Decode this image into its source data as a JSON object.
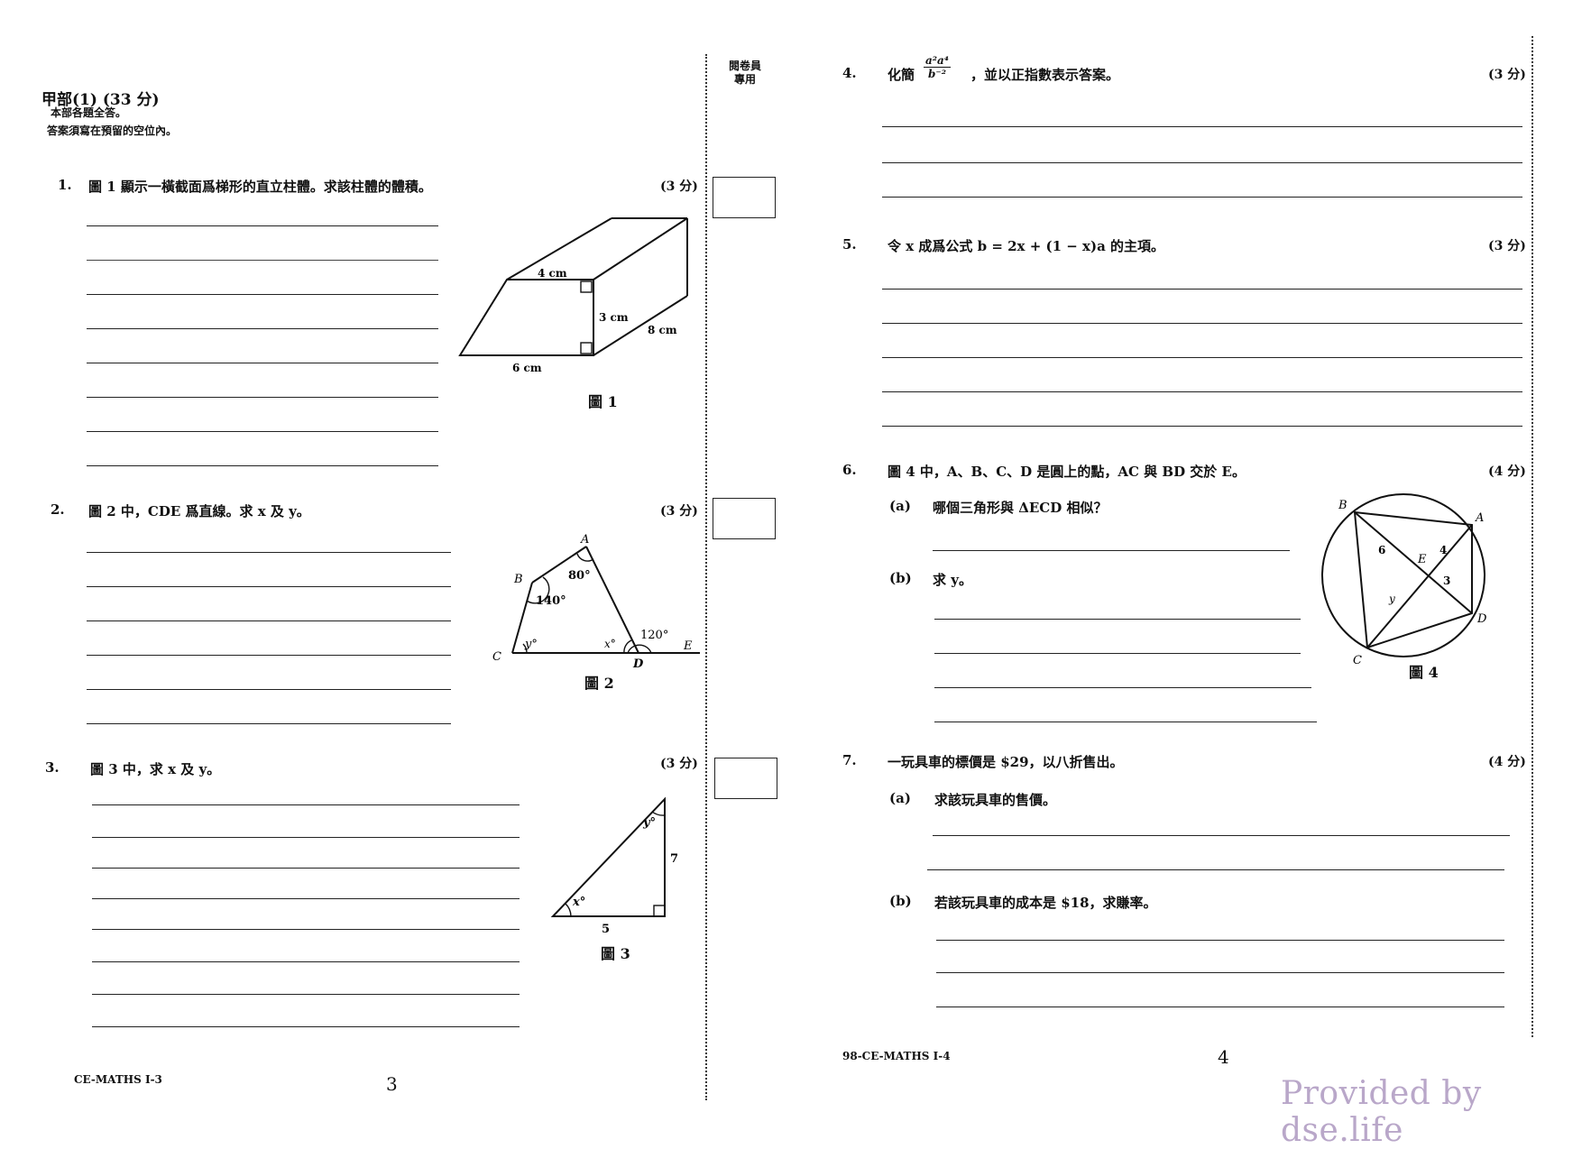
{
  "header": {
    "section": "甲部(1) (33 分)",
    "instruction1": "本部各題全答。",
    "instruction2": "答案須寫在預留的空位內。",
    "examiner_use": [
      "閱卷員",
      "專用"
    ]
  },
  "q1": {
    "number": "1.",
    "text": "圖 1 顯示一橫截面爲梯形的直立柱體。求該柱體的體積。",
    "marks": "(3 分)",
    "fig": {
      "top": "4 cm",
      "height": "3 cm",
      "depth": "8 cm",
      "bottom": "6 cm",
      "caption": "圖 1"
    }
  },
  "q2": {
    "number": "2.",
    "text": "圖 2 中，CDE 爲直線。求 x 及 y。",
    "marks": "(3 分)",
    "fig": {
      "A": "A",
      "B": "B",
      "C": "C",
      "D": "D",
      "E": "E",
      "angleA": "80°",
      "angleB": "140°",
      "angleY": "y°",
      "angleX": "x°",
      "angle120": "120°",
      "caption": "圖 2"
    }
  },
  "q3": {
    "number": "3.",
    "text": "圖 3 中，求 x 及 y。",
    "marks": "(3 分)",
    "fig": {
      "x": "x°",
      "y": "y°",
      "side7": "7",
      "side5": "5",
      "caption": "圖 3"
    }
  },
  "q4": {
    "number": "4.",
    "text_before": "化簡",
    "numerator": "a²a⁴",
    "denominator": "b⁻²",
    "text_after": "，並以正指數表示答案。",
    "marks": "(3 分)"
  },
  "q5": {
    "number": "5.",
    "text": "令 x 成爲公式 b = 2x + (1 − x)a 的主項。",
    "marks": "(3 分)"
  },
  "q6": {
    "number": "6.",
    "text": "圖 4 中，A、B、C、D 是圓上的點，AC 與 BD 交於 E。",
    "marks": "(4 分)",
    "a_label": "(a)",
    "a_text": "哪個三角形與 ΔECD 相似？",
    "b_label": "(b)",
    "b_text": "求 y。",
    "fig": {
      "A": "A",
      "B": "B",
      "C": "C",
      "D": "D",
      "E": "E",
      "six": "6",
      "four": "4",
      "three": "3",
      "y": "y",
      "caption": "圖 4"
    }
  },
  "q7": {
    "number": "7.",
    "text": "一玩具車的標價是 $29，以八折售出。",
    "marks": "(4 分)",
    "a_label": "(a)",
    "a_text": "求該玩具車的售價。",
    "b_label": "(b)",
    "b_text": "若該玩具車的成本是 $18，求賺率。"
  },
  "footer": {
    "left_code": "CE-MATHS I-3",
    "left_page": "3",
    "right_code": "98-CE-MATHS I-4",
    "right_page": "4",
    "watermark": "Provided by dse.life"
  }
}
